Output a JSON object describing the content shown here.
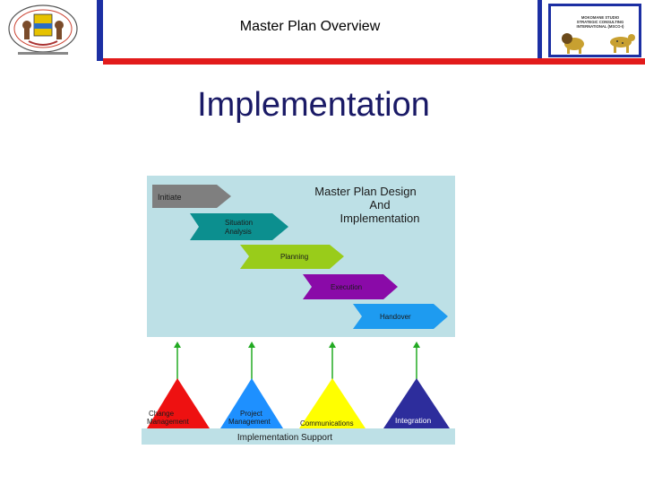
{
  "header": {
    "title": "Master Plan Overview",
    "logo_right_text": "MOKOMANE STUDIO STRATEGIC CONSULTING INTERNATIONAL (MSCO-I)"
  },
  "main_title": "Implementation",
  "diagram": {
    "title_line1": "Master Plan Design",
    "title_line2": "And",
    "title_line3": "Implementation",
    "phases": [
      {
        "label": "Initiate",
        "color": "#7f7f7f"
      },
      {
        "label_line1": "Situation",
        "label_line2": "Analysis",
        "color": "#0c8f8f"
      },
      {
        "label": "Planning",
        "color": "#99cc1a"
      },
      {
        "label": "Execution",
        "color": "#8a0aa8"
      },
      {
        "label": "Handover",
        "color": "#1e9bf0"
      }
    ],
    "support": [
      {
        "label_line1": "Change",
        "label_line2": "Management",
        "color": "#ee1111"
      },
      {
        "label_line1": "Project",
        "label_line2": "Management",
        "color": "#1e90ff"
      },
      {
        "label": "Communications",
        "color": "#ffff00"
      },
      {
        "label": "Integration",
        "color": "#2d2d9c"
      }
    ],
    "support_label": "Implementation Support",
    "panel_color": "#bde0e6",
    "arrow_color": "#22aa22"
  }
}
